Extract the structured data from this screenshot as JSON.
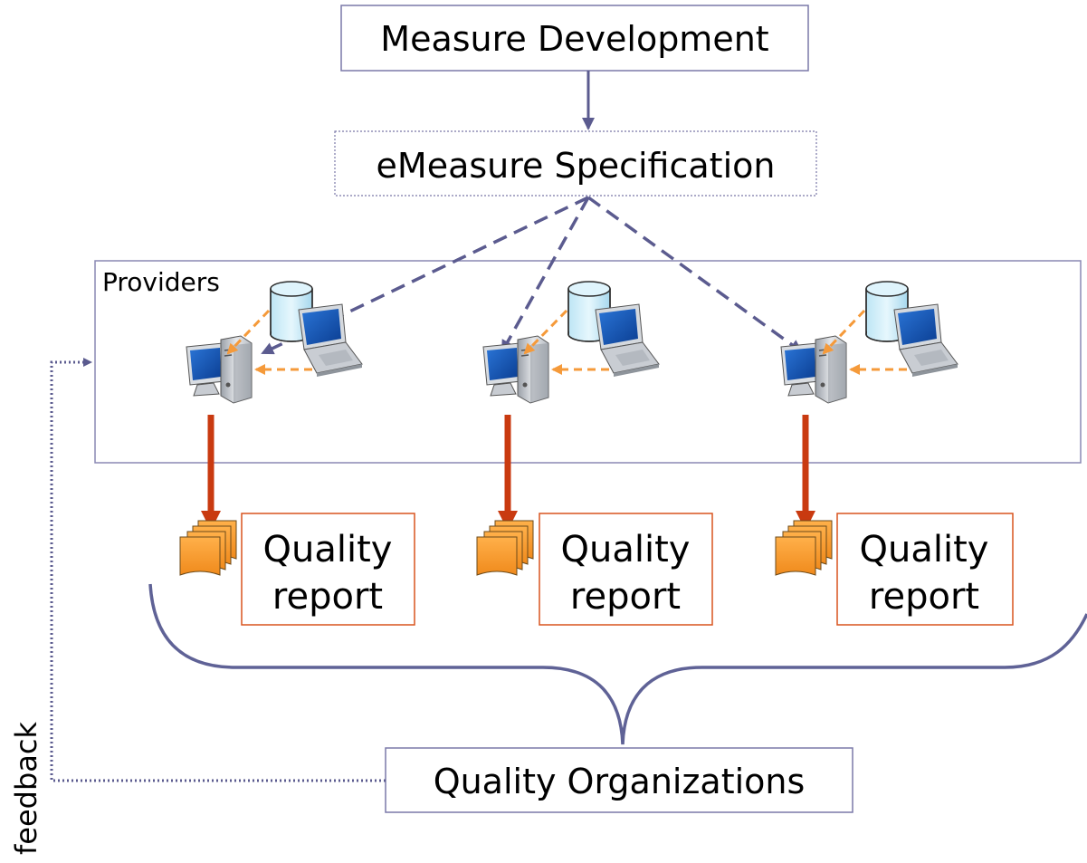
{
  "nodes": {
    "measure_development": "Measure Development",
    "emeasure_specification": "eMeasure Specification",
    "providers": "Providers",
    "quality_organizations": "Quality Organizations",
    "feedback": "feedback"
  },
  "reports": [
    {
      "line1": "Quality",
      "line2": "report"
    },
    {
      "line1": "Quality",
      "line2": "report"
    },
    {
      "line1": "Quality",
      "line2": "report"
    }
  ],
  "colors": {
    "box_border": "#7a78a8",
    "arrow_purple": "#5b5b8f",
    "arrow_orange": "#f59a3a",
    "arrow_red": "#c93a10",
    "report_border": "#d9541e",
    "report_icon": "#f39a2e",
    "brace": "#5f6296"
  },
  "icons": [
    "database-icon",
    "desktop-computer-icon",
    "laptop-icon",
    "report-stack-icon"
  ]
}
